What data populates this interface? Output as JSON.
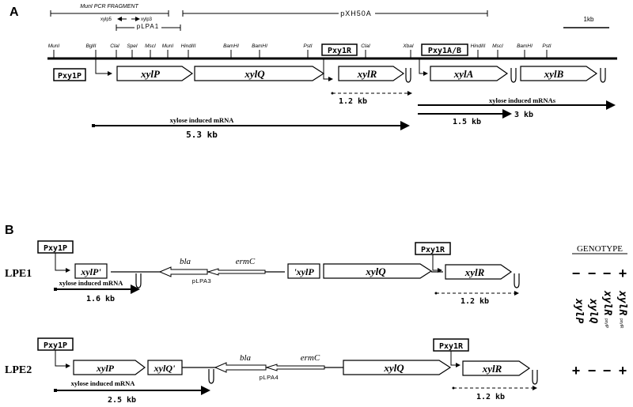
{
  "panel_a": {
    "label": "A",
    "munI_pcr_label": "MunI PCR FRAGMENT",
    "pxh50a_label": "pXH50A",
    "scale_label": "1kb",
    "xylp5_label": "xylp5",
    "xylp3_label": "xylp3",
    "plpa1_label": "pLPA1",
    "sites": [
      "MunI",
      "BglII",
      "ClaI",
      "SpeI",
      "MscI",
      "MunI",
      "HindIII",
      "BamHI",
      "BamHI",
      "PstI",
      "ClaI",
      "XbaI",
      "HindIII",
      "MscI",
      "BamHI",
      "PstI"
    ],
    "promoters": {
      "pxylp": "Pxy1P",
      "pxylr": "Pxy1R",
      "pxylab": "Pxy1A/B"
    },
    "genes": [
      "xylP",
      "xylQ",
      "xylR",
      "xylA",
      "xylB"
    ],
    "mrna_xylR_size": "1.2 kb",
    "mrna_xylose_induced_mrnas": "xylose induced mRNAs",
    "mrna_xylA_size": "1.5 kb",
    "mrna_xylB_size": "3 kb",
    "mrna_main_label": "xylose induced mRNA",
    "mrna_main_size": "5.3 kb"
  },
  "panel_b": {
    "label": "B",
    "genotype_header": "GENOTYPE",
    "genotype_cols": [
      "xylP",
      "xylQ",
      "xylR",
      "xylR"
    ],
    "genotype_subscripts": [
      "",
      "",
      "pxylP",
      "pxylR"
    ],
    "lpe1": {
      "name": "LPE1",
      "pxylp": "Pxy1P",
      "pxylr": "Pxy1R",
      "gene1": "xylP'",
      "gene2": "'xylP",
      "gene3": "xylQ",
      "gene4": "xylR",
      "bla": "bla",
      "ermc": "ermC",
      "plasmid": "pLPA3",
      "mrna_label": "xylose induced mRNA",
      "mrna_size": "1.6 kb",
      "xylr_size": "1.2 kb",
      "genotype": [
        "−",
        "−",
        "−",
        "+"
      ]
    },
    "lpe2": {
      "name": "LPE2",
      "pxylp": "Pxy1P",
      "pxylr": "Pxy1R",
      "gene1": "xylP",
      "gene2": "xylQ'",
      "gene3": "xylQ",
      "gene4": "xylR",
      "bla": "bla",
      "ermc": "ermC",
      "plasmid": "pLPA4",
      "mrna_label": "xylose induced mRNA",
      "mrna_size": "2.5 kb",
      "xylr_size": "1.2 kb",
      "genotype": [
        "+",
        "−",
        "−",
        "+"
      ]
    }
  }
}
